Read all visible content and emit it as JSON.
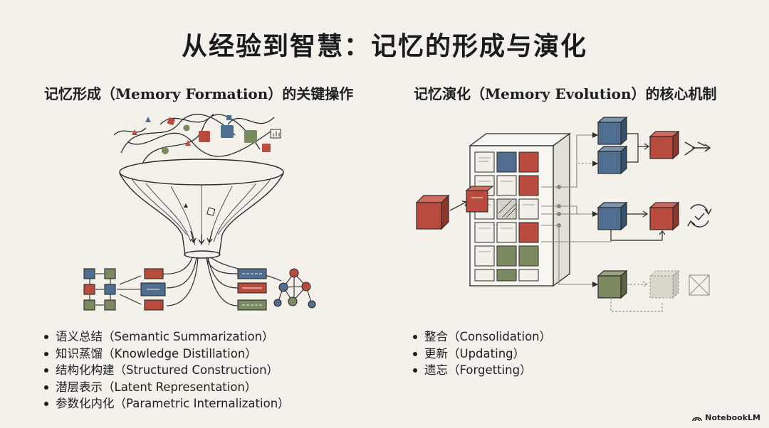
{
  "title": "从经验到智慧：记忆的形成与演化",
  "left": {
    "subtitle": "记忆形成（Memory Formation）的关键操作",
    "items": [
      "语义总结（Semantic Summarization）",
      "知识蒸馏（Knowledge Distillation）",
      "结构化构建（Structured Construction）",
      "潜层表示（Latent Representation）",
      "参数化内化（Parametric Internalization）"
    ]
  },
  "right": {
    "subtitle": "记忆演化（Memory Evolution）的核心机制",
    "items": [
      "整合（Consolidation）",
      "更新（Updating）",
      "遗忘（Forgetting）"
    ]
  },
  "brand": {
    "label": "NotebookLM",
    "icon": "notebooklm-logo-icon"
  },
  "colors": {
    "red": "#b84a3e",
    "blue": "#4f6d8f",
    "green": "#7c8a62",
    "background": "#f3f1ea",
    "ink": "#2b2b2b"
  }
}
